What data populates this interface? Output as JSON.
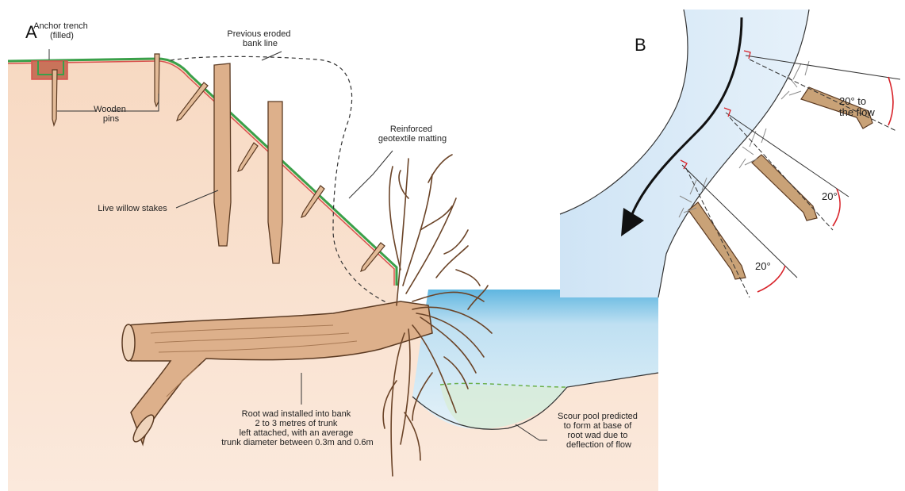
{
  "panel_a": {
    "letter": "A",
    "labels": {
      "anchor_trench": [
        "Anchor trench",
        "(filled)"
      ],
      "previous_bank": [
        "Previous eroded",
        "bank line"
      ],
      "wooden_pins": [
        "Wooden",
        "pins"
      ],
      "geotextile": [
        "Reinforced",
        "geotextile matting"
      ],
      "willow": [
        "Live willow stakes"
      ],
      "root_wad": [
        "Root wad installed into bank",
        "2 to 3 metres of trunk",
        "left attached, with an average",
        "trunk diameter between 0.3m and 0.6m"
      ],
      "scour": [
        "Scour pool predicted",
        "to form at base of",
        "root wad due to",
        "deflection of flow"
      ]
    }
  },
  "panel_b": {
    "letter": "B",
    "angle_top": [
      "20° to",
      "the flow"
    ],
    "angle_mid": "20°",
    "angle_low": "20°"
  },
  "colors": {
    "soil": "#f6dcc8",
    "water": "#cfe3f4",
    "water_dark": "#7ec3e4",
    "wood": "#d9ad85",
    "wood_outline": "#5b3a22",
    "matting_green": "#3aa04a",
    "matting_red": "#d9534f",
    "angle_red": "#d8232a"
  }
}
